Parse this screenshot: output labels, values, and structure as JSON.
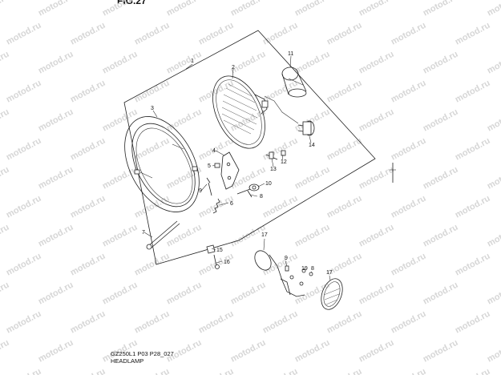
{
  "figure": {
    "title": "FIG.27",
    "model_code": "GZ250L1 P03 P28_027",
    "section_name": "HEADLAMP"
  },
  "watermark": {
    "text": "motod.ru"
  },
  "callouts": [
    {
      "id": "1",
      "label": "1"
    },
    {
      "id": "2",
      "label": "2"
    },
    {
      "id": "3",
      "label": "3"
    },
    {
      "id": "4",
      "label": "4"
    },
    {
      "id": "5",
      "label": "5"
    },
    {
      "id": "6",
      "label": "6"
    },
    {
      "id": "7",
      "label": "7"
    },
    {
      "id": "8a",
      "label": "8"
    },
    {
      "id": "8b",
      "label": "8"
    },
    {
      "id": "9a",
      "label": "9"
    },
    {
      "id": "9b",
      "label": "9"
    },
    {
      "id": "10",
      "label": "10"
    },
    {
      "id": "11",
      "label": "11"
    },
    {
      "id": "12",
      "label": "12"
    },
    {
      "id": "13",
      "label": "13"
    },
    {
      "id": "14",
      "label": "14"
    },
    {
      "id": "15",
      "label": "15"
    },
    {
      "id": "16",
      "label": "16"
    },
    {
      "id": "17a",
      "label": "17"
    },
    {
      "id": "17b",
      "label": "17"
    },
    {
      "id": "19",
      "label": "19"
    }
  ]
}
